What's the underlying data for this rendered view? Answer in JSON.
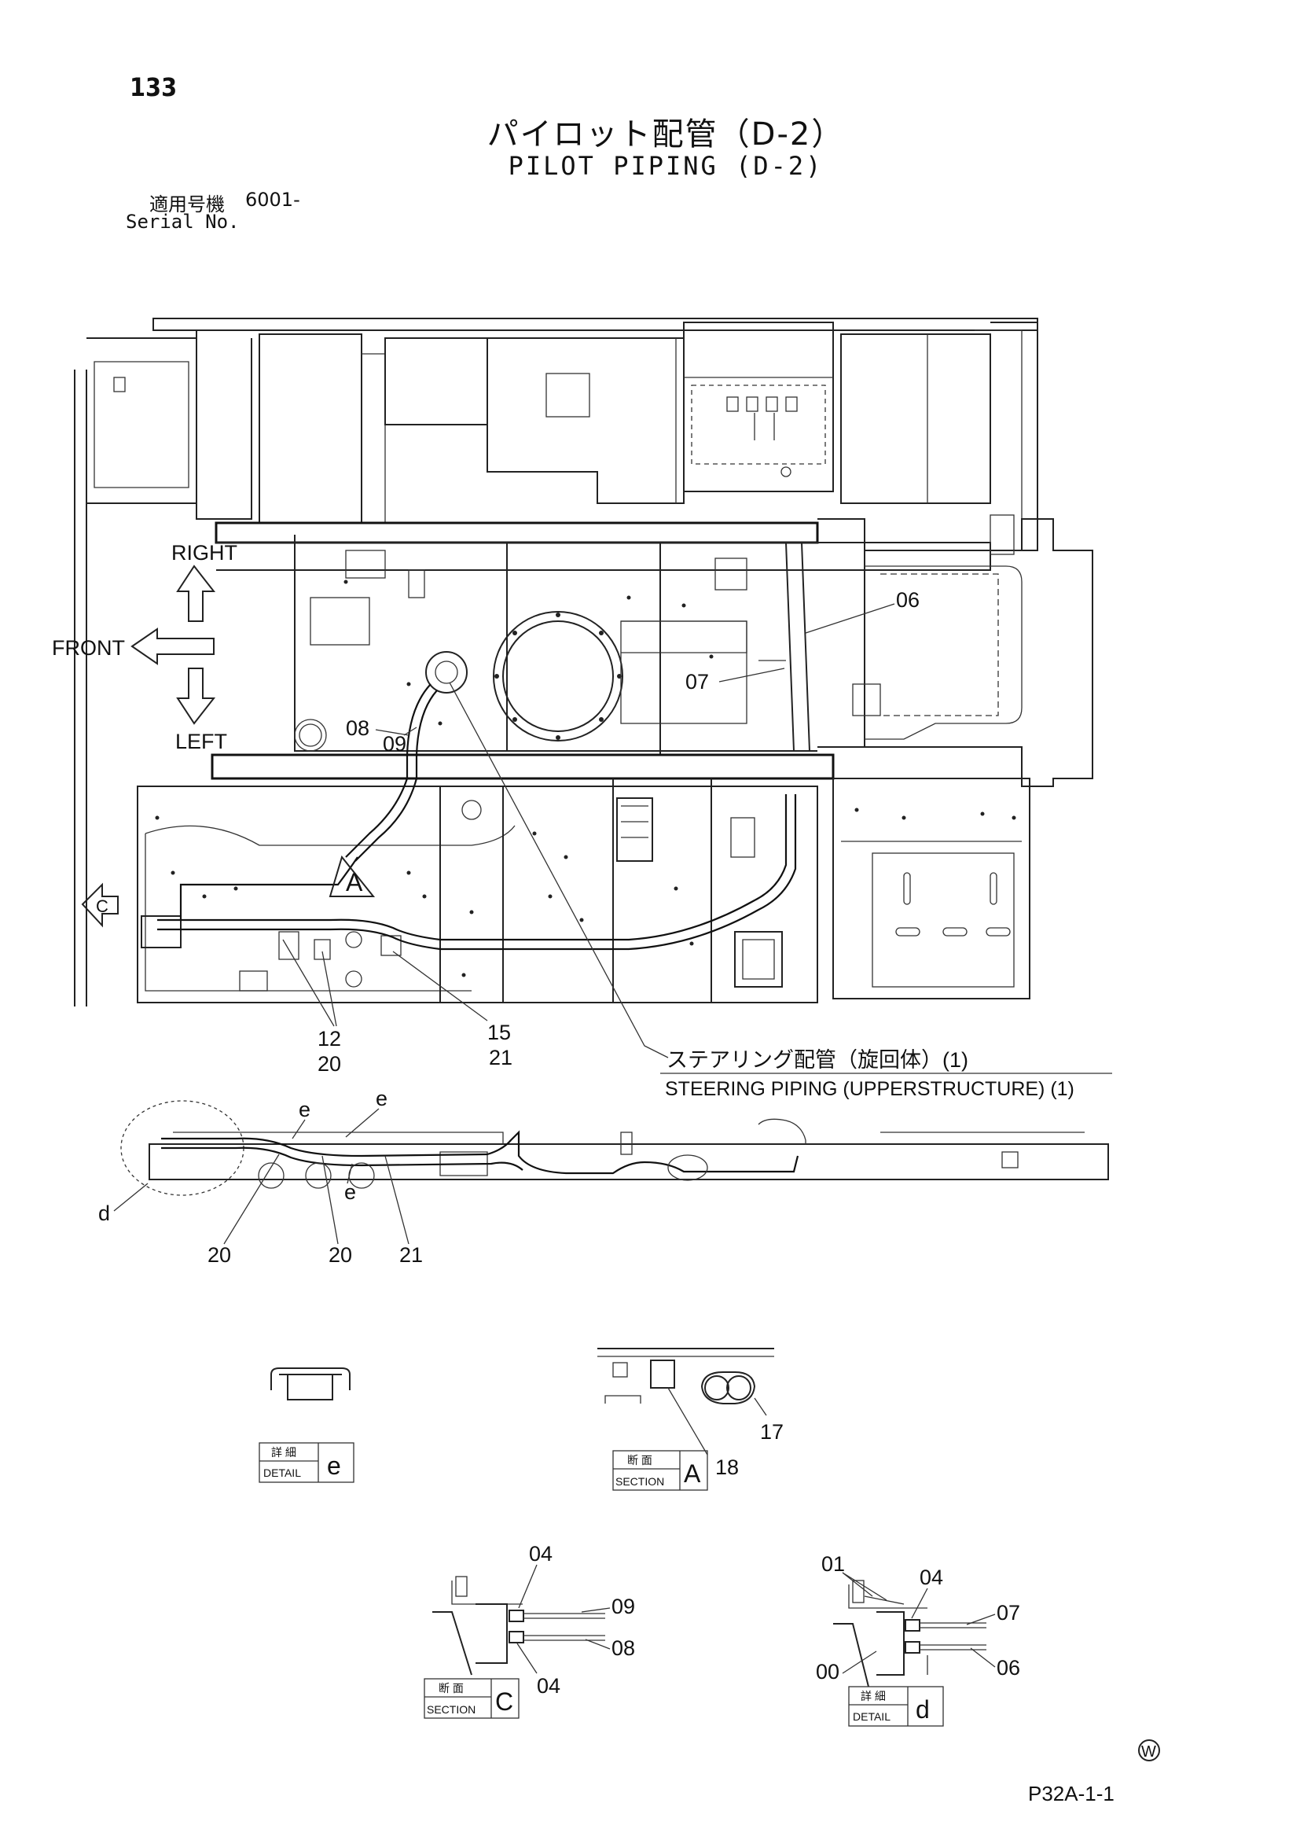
{
  "header": {
    "page_number": "133",
    "title_jp": "パイロット配管（D-2）",
    "title_en": "PILOT PIPING (D-2)",
    "serial_label_jp": "適用号機",
    "serial_value": "6001-",
    "serial_label_en": "Serial No."
  },
  "directions": {
    "right": "RIGHT",
    "front": "FRONT",
    "left": "LEFT"
  },
  "callouts": {
    "c06": "06",
    "c07": "07",
    "c08": "08",
    "c09": "09",
    "c12": "12",
    "c20": "20",
    "c15": "15",
    "c21": "21",
    "section_a_marker": "A",
    "view_c_marker": "C"
  },
  "steering_note": {
    "jp": "ステアリング配管（旋回体）(1)",
    "en": "STEERING PIPING (UPPERSTRUCTURE) (1)"
  },
  "side_view": {
    "e1": "e",
    "e2": "e",
    "e3": "e",
    "d": "d",
    "n20a": "20",
    "n20b": "20",
    "n21": "21"
  },
  "details": {
    "detail_e": {
      "jp": "詳 細",
      "en": "DETAIL",
      "letter": "e"
    },
    "section_a": {
      "jp": "断 面",
      "en": "SECTION",
      "letter": "A",
      "part17": "17",
      "part18": "18"
    },
    "section_c": {
      "jp": "断 面",
      "en": "SECTION",
      "letter": "C",
      "p04a": "04",
      "p09": "09",
      "p08": "08",
      "p04b": "04"
    },
    "detail_d": {
      "jp": "詳 細",
      "en": "DETAIL",
      "letter": "d",
      "p01": "01",
      "p04": "04",
      "p07": "07",
      "p00": "00",
      "p06": "06"
    }
  },
  "footer": {
    "mark": "W",
    "code": "P32A-1-1"
  }
}
